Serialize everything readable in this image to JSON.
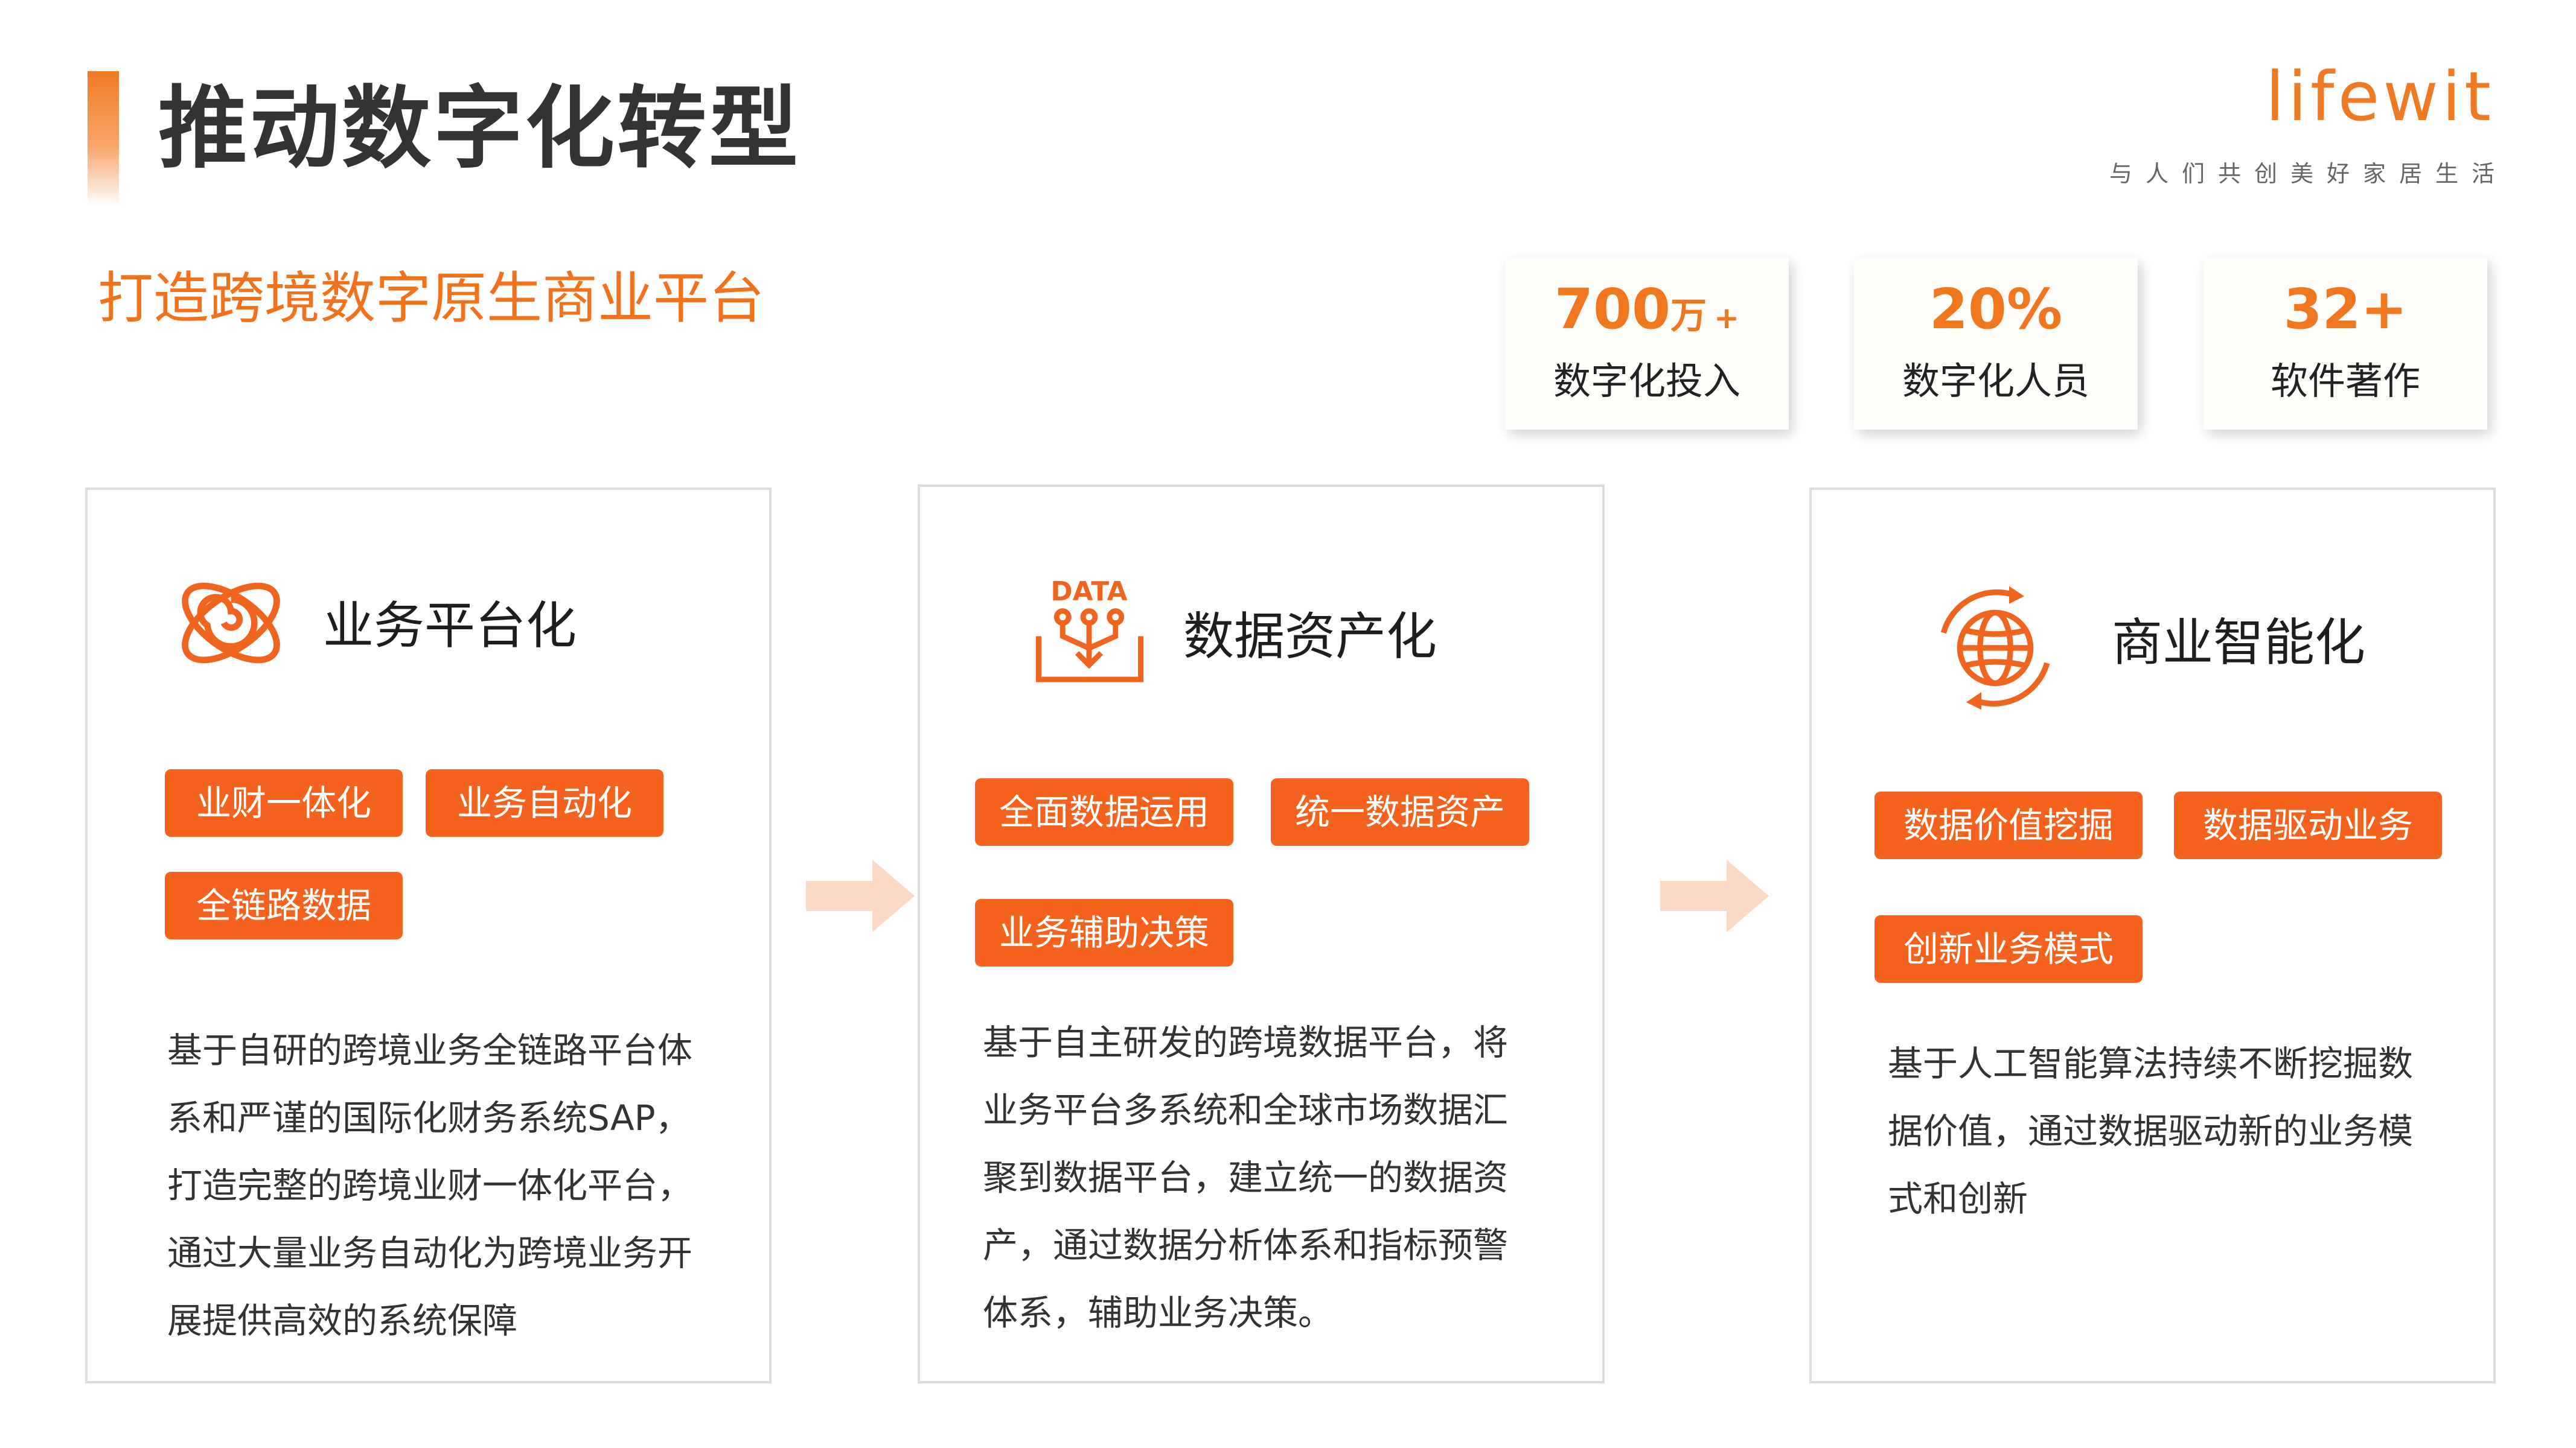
{
  "page": {
    "title": "推动数字化转型",
    "subtitle": "打造跨境数字原生商业平台"
  },
  "logo": {
    "wordmark": "lifewit",
    "tagline": "与人们共创美好家居生活"
  },
  "stats": [
    {
      "value": "700",
      "unit": "万",
      "suffix": "+",
      "label": "数字化投入"
    },
    {
      "value": "20%",
      "label": "数字化人员"
    },
    {
      "value": "32+",
      "label": "软件著作"
    }
  ],
  "cards": [
    {
      "title": "业务平台化",
      "icon": "orbit-icon",
      "tags": [
        "业财一体化",
        "业务自动化",
        "全链路数据"
      ],
      "desc_lines": [
        "基于自研的跨境业务全链路平台体",
        "系和严谨的国际化财务系统SAP，",
        "打造完整的跨境业财一体化平台，",
        "通过大量业务自动化为跨境业务开",
        "展提供高效的系统保障"
      ]
    },
    {
      "title": "数据资产化",
      "icon": "data-icon",
      "icon_text": "DATA",
      "tags": [
        "全面数据运用",
        "统一数据资产",
        "业务辅助决策"
      ],
      "desc_lines": [
        "基于自主研发的跨境数据平台，将",
        "业务平台多系统和全球市场数据汇",
        "聚到数据平台，建立统一的数据资",
        "产，通过数据分析体系和指标预警",
        "体系，辅助业务决策。"
      ]
    },
    {
      "title": "商业智能化",
      "icon": "globe-arrows-icon",
      "tags": [
        "数据价值挖掘",
        "数据驱动业务",
        "创新业务模式"
      ],
      "desc_lines": [
        "基于人工智能算法持续不断挖掘数",
        "据价值，通过数据驱动新的业务模",
        "式和创新"
      ]
    }
  ],
  "colors": {
    "accent": "#f2721c",
    "tag_bg": "#f4621d",
    "arrow": "#fbd9c4"
  }
}
